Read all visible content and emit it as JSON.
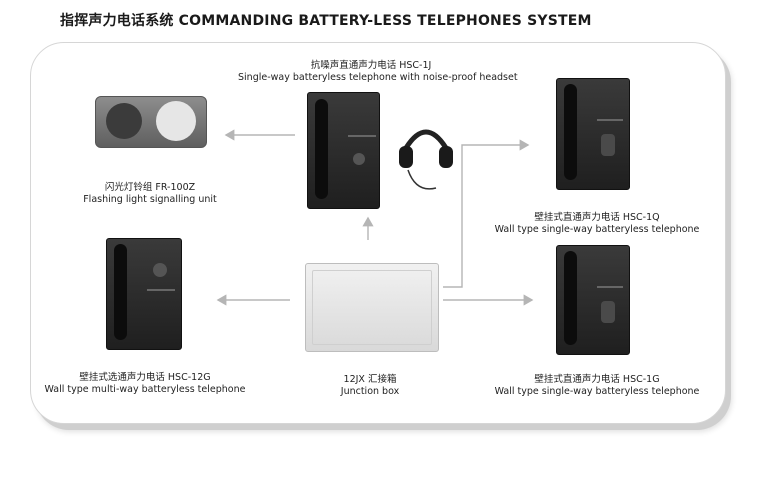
{
  "title": "指挥声力电话系统 COMMANDING BATTERY-LESS TELEPHONES SYSTEM",
  "nodes": {
    "hsc1j": {
      "cn": "抗噪声直通声力电话 HSC-1J",
      "en": "Single-way batteryless telephone with noise-proof headset"
    },
    "fr100z": {
      "cn": "闪光灯铃组 FR-100Z",
      "en": "Flashing light signalling unit"
    },
    "hsc1q": {
      "cn": "壁挂式直通声力电话 HSC-1Q",
      "en": "Wall type single-way batteryless telephone"
    },
    "hsc12g": {
      "cn": "壁挂式选通声力电话 HSC-12G",
      "en": "Wall type multi-way batteryless telephone"
    },
    "junction": {
      "cn": "12JX 汇接箱",
      "en": "Junction box"
    },
    "hsc1g": {
      "cn": "壁挂式直通声力电话 HSC-1G",
      "en": "Wall type single-way batteryless telephone"
    }
  },
  "colors": {
    "arrow": "#b5b5b5",
    "phone": "#2a2a2a",
    "panel_border": "#d6d6d6"
  }
}
